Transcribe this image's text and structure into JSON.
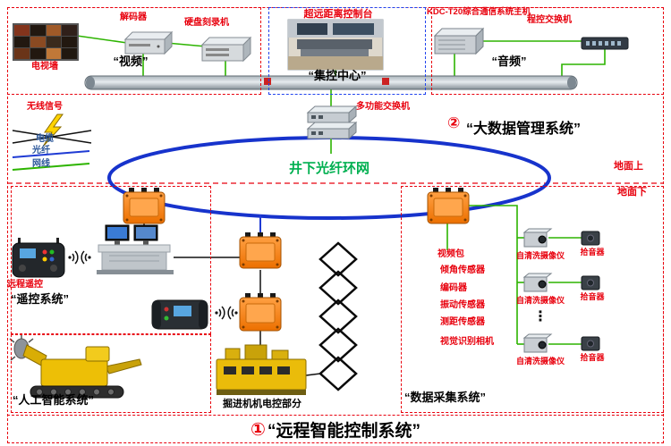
{
  "top": {
    "video": {
      "tv_wall": "电视墙",
      "decoder": "解码器",
      "recorder": "硬盘刻录机",
      "title": "“视频”"
    },
    "center": {
      "console": "超远距离控制台",
      "title": "“集控中心”"
    },
    "audio": {
      "host": "KDC-T20综合通信系统主机",
      "pbx": "程控交换机",
      "title": "“音频”"
    }
  },
  "middle": {
    "multi_switch": "多功能交换机",
    "legend": {
      "wireless": "无线信号",
      "cable": "电缆",
      "fiber": "光纤",
      "network": "网线"
    },
    "big_data": {
      "number": "②",
      "title": "“大数据管理系统”"
    },
    "ring": "井下光纤环网",
    "ground_above": "地面上",
    "ground_below": "地面下"
  },
  "underground": {
    "remote": {
      "label": "远程遥控",
      "title": "“遥控系统”"
    },
    "ai": {
      "title": "“人工智能系统”"
    },
    "machine": "掘进机机电控部分",
    "data": {
      "title": "“数据采集系统”",
      "video_pack": "视频包",
      "sensors": [
        "倾角传感器",
        "编码器",
        "振动传感器",
        "测距传感器",
        "视觉识别相机"
      ],
      "camera_rows": [
        {
          "camera": "自清洗摄像仪",
          "pickup": "拾音器"
        },
        {
          "camera": "自清洗摄像仪",
          "pickup": "拾音器"
        },
        {
          "camera": "自清洗摄像仪",
          "pickup": "拾音器"
        }
      ],
      "ellipsis": "⋮"
    }
  },
  "footer": {
    "number": "①",
    "title": "“远程智能控制系统”"
  },
  "colors": {
    "accent_red": "#e8000d",
    "fiber_blue": "#1f3bd4",
    "network_green": "#2db400",
    "ring_green": "#00b050",
    "box_orange": "#f07f00"
  }
}
